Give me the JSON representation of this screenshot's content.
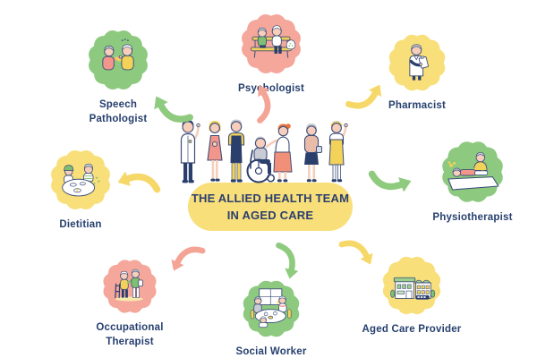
{
  "palette": {
    "green": "#8DC97F",
    "salmon": "#F4A79A",
    "yellow": "#F8DF7A",
    "navy": "#2B3F6D",
    "label": "#27406F",
    "skin": "#F6CEBB",
    "gray-hair": "#C9CCD4",
    "accent-green": "#7FBF72",
    "accent-pink": "#F2968B",
    "accent-yellow": "#F2D259",
    "orange-hair": "#E8743C",
    "arrow-green": "#8FCB7E",
    "arrow-salmon": "#F3A495",
    "arrow-yellow": "#F6D868"
  },
  "center": {
    "title_line1": "THE ALLIED HEALTH TEAM",
    "title_line2": "IN AGED CARE"
  },
  "nodes": {
    "speech_pathologist": {
      "label_line1": "Speech",
      "label_line2": "Pathologist",
      "blob_color": "green"
    },
    "psychologist": {
      "label": "Psychologist",
      "blob_color": "salmon"
    },
    "pharmacist": {
      "label": "Pharmacist",
      "blob_color": "yellow"
    },
    "physiotherapist": {
      "label": "Physiotherapist",
      "blob_color": "green"
    },
    "aged_care_provider": {
      "label": "Aged Care Provider",
      "blob_color": "yellow"
    },
    "social_worker": {
      "label": "Social Worker",
      "blob_color": "green"
    },
    "occupational_therapist": {
      "label_line1": "Occupational",
      "label_line2": "Therapist",
      "blob_color": "salmon"
    },
    "dietitian": {
      "label": "Dietitian",
      "blob_color": "yellow"
    }
  },
  "arrows": [
    {
      "from": "center",
      "to": "Speech Pathologist",
      "color": "green"
    },
    {
      "from": "center",
      "to": "Psychologist",
      "color": "salmon"
    },
    {
      "from": "center",
      "to": "Pharmacist",
      "color": "yellow"
    },
    {
      "from": "center",
      "to": "Physiotherapist",
      "color": "green"
    },
    {
      "from": "center",
      "to": "Aged Care Provider",
      "color": "yellow"
    },
    {
      "from": "center",
      "to": "Social Worker",
      "color": "green"
    },
    {
      "from": "center",
      "to": "Occupational Therapist",
      "color": "salmon"
    },
    {
      "from": "center",
      "to": "Dietitian",
      "color": "yellow"
    }
  ]
}
